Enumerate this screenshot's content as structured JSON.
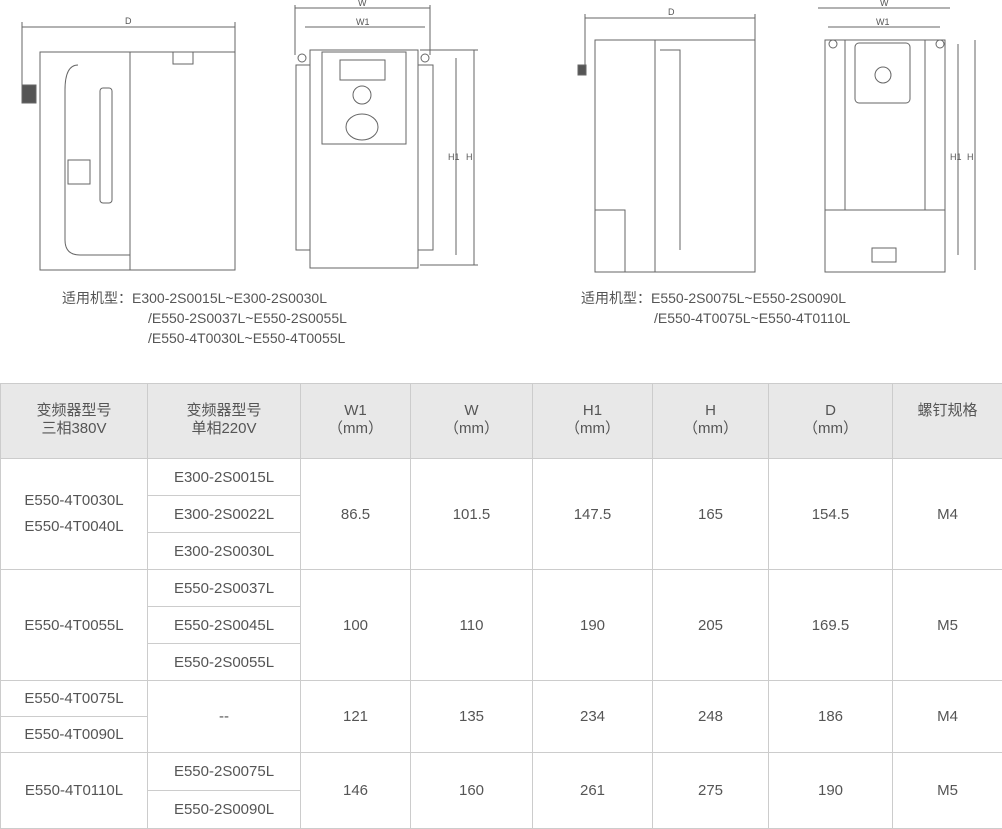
{
  "drawings": {
    "left": {
      "dim_labels": [
        "D",
        "W",
        "W1",
        "H1",
        "H"
      ]
    },
    "right": {
      "dim_labels": [
        "D",
        "W",
        "W1",
        "H1",
        "H"
      ]
    }
  },
  "captions": [
    {
      "prefix": "适用机型：",
      "lines": [
        "E300-2S0015L~E300-2S0030L",
        "/E550-2S0037L~E550-2S0055L",
        "/E550-4T0030L~E550-4T0055L"
      ]
    },
    {
      "prefix": "适用机型：",
      "lines": [
        "E550-2S0075L~E550-2S0090L",
        "/E550-4T0075L~E550-4T0110L"
      ]
    }
  ],
  "table": {
    "headers": [
      [
        "变频器型号",
        "三相380V"
      ],
      [
        "变频器型号",
        "单相220V"
      ],
      [
        "W1",
        "（mm）"
      ],
      [
        "W",
        "（mm）"
      ],
      [
        "H1",
        "（mm）"
      ],
      [
        "H",
        "（mm）"
      ],
      [
        "D",
        "（mm）"
      ],
      [
        "螺钉规格",
        ""
      ]
    ],
    "groups": [
      {
        "three_phase": [
          "E550-4T0030L",
          "E550-4T0040L"
        ],
        "single_phase": [
          "E300-2S0015L",
          "E300-2S0022L",
          "E300-2S0030L"
        ],
        "W1": "86.5",
        "W": "101.5",
        "H1": "147.5",
        "H": "165",
        "D": "154.5",
        "screw": "M4"
      },
      {
        "three_phase": [
          "E550-4T0055L"
        ],
        "single_phase": [
          "E550-2S0037L",
          "E550-2S0045L",
          "E550-2S0055L"
        ],
        "W1": "100",
        "W": "110",
        "H1": "190",
        "H": "205",
        "D": "169.5",
        "screw": "M5"
      },
      {
        "three_phase": [
          "E550-4T0075L",
          "E550-4T0090L"
        ],
        "single_phase": [
          "--"
        ],
        "W1": "121",
        "W": "135",
        "H1": "234",
        "H": "248",
        "D": "186",
        "screw": "M4"
      },
      {
        "three_phase": [
          "E550-4T0110L"
        ],
        "single_phase": [
          "E550-2S0075L",
          "E550-2S0090L"
        ],
        "W1": "146",
        "W": "160",
        "H1": "261",
        "H": "275",
        "D": "190",
        "screw": "M5"
      }
    ]
  }
}
